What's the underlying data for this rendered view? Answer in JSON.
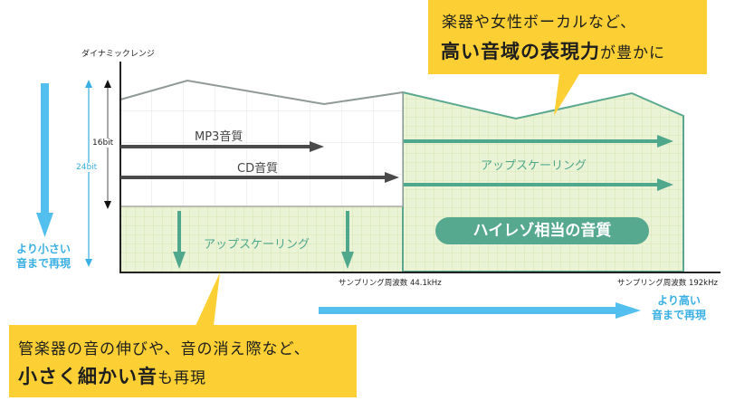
{
  "axis": {
    "y_label": "ダイナミックレンジ",
    "bit16": "16bit",
    "bit24": "24bit",
    "x_tick_cd": "サンプリング周波数 44.1kHz",
    "x_tick_hires": "サンプリング周波数 192kHz"
  },
  "labels": {
    "mp3": "MP3音質",
    "cd": "CD音質",
    "upscaling_horizontal": "アップスケーリング",
    "upscaling_vertical": "アップスケーリング",
    "hires_badge": "ハイレゾ相当の音質",
    "smaller_sound_1": "より小さい",
    "smaller_sound_2": "音まで再現",
    "higher_sound_1": "より高い",
    "higher_sound_2": "音まで再現"
  },
  "callout_top": {
    "line1": "楽器や女性ボーカルなど、",
    "line2_bold": "高い音域の表現力",
    "line2_rest": "が豊かに"
  },
  "callout_bottom": {
    "line1": "管楽器の音の伸びや、音の消え際など、",
    "line2_bold": "小さく細かい音",
    "line2_rest": "も再現"
  },
  "colors": {
    "callout": "#fcd034",
    "accent_blue": "#3aafe4",
    "teal": "#4fa88c",
    "hires_fill": "#eaf3d6",
    "dark_arrow": "#4a4a4a"
  }
}
